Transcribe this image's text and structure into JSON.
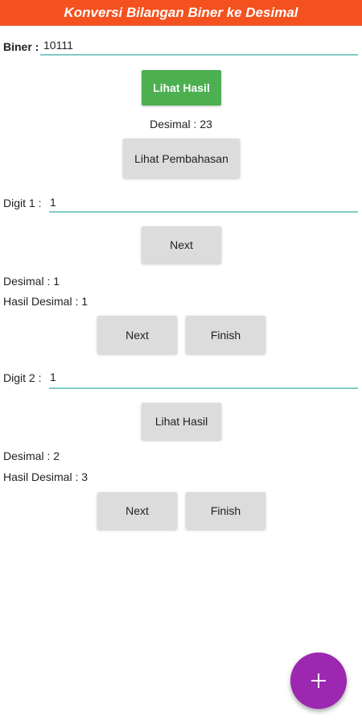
{
  "app": {
    "title": "Konversi Bilangan Biner ke Desimal"
  },
  "biner": {
    "label": "Biner :",
    "value": "10111"
  },
  "lihat_hasil_primary": "Lihat Hasil",
  "result_decimal": "Desimal : 23",
  "lihat_pembahasan": "Lihat Pembahasan",
  "step1": {
    "label": "Digit 1 :",
    "value": "1",
    "next_button": "Next",
    "desimal": "Desimal : 1",
    "hasil": "Hasil Desimal : 1",
    "next2": "Next",
    "finish": "Finish"
  },
  "step2": {
    "label": "Digit 2 :",
    "value": "1",
    "lihat_hasil": "Lihat Hasil",
    "desimal": "Desimal : 2",
    "hasil": "Hasil Desimal : 3",
    "next": "Next",
    "finish": "Finish"
  },
  "fab": {
    "icon": "plus-icon",
    "color": "#9c27b0"
  },
  "colors": {
    "header": "#f4511e",
    "accent_green": "#4caf50",
    "underline": "#80cbc4"
  }
}
